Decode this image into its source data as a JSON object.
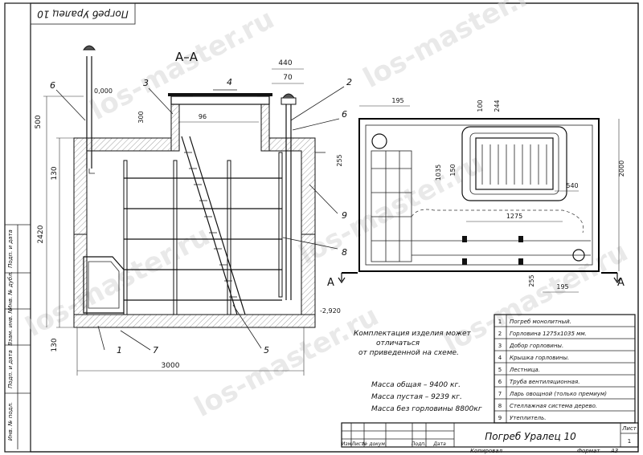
{
  "stamp_top_left": "Погреб Уралец 10",
  "section_label": "А–А",
  "section_markers": {
    "left": "А",
    "right": "А"
  },
  "watermark": "los-master.ru",
  "dimensions": {
    "d440": "440",
    "d70": "70",
    "d0000": "0,000",
    "d300": "300",
    "d96": "96",
    "d500": "500",
    "d130a": "130",
    "d2420": "2420",
    "d130b": "130",
    "d255a": "255",
    "d2920": "-2,920",
    "d3000": "3000",
    "d195a": "195",
    "d100": "100",
    "d244": "244",
    "d1035": "1035",
    "d150": "150",
    "d540": "540",
    "d1275": "1275",
    "d2000": "2000",
    "d255b": "255",
    "d195b": "195"
  },
  "callouts": [
    "1",
    "2",
    "3",
    "4",
    "5",
    "6",
    "6",
    "7",
    "8",
    "9"
  ],
  "note": [
    "Комплектация изделия может",
    "отличаться",
    "от приведенной на схеме."
  ],
  "masses": [
    "Масса общая – 9400 кг.",
    "Масса пустая – 9239 кг.",
    "Масса без горловины 8800кг"
  ],
  "spec_table": [
    {
      "n": "1",
      "text": "Погреб монолитный."
    },
    {
      "n": "2",
      "text": "Горловина 1275х1035 мм."
    },
    {
      "n": "3",
      "text": "Добор горловины."
    },
    {
      "n": "4",
      "text": "Крышка горловины."
    },
    {
      "n": "5",
      "text": "Лестница."
    },
    {
      "n": "6",
      "text": "Труба вентиляционная."
    },
    {
      "n": "7",
      "text": "Ларь овощной (только премиум)"
    },
    {
      "n": "8",
      "text": "Стеллажная система дерево."
    },
    {
      "n": "9",
      "text": "Утеплитель."
    }
  ],
  "side_labels": [
    "Инв. № подл.",
    "Подп. и дата",
    "Взам. инв. №",
    "Инв. № дубл.",
    "Подп. и дата"
  ],
  "title_block": {
    "title": "Погреб Уралец 10",
    "sheet_label": "Лист",
    "sheet_number": "1",
    "columns": [
      "Изм",
      "Лист",
      "№ докум.",
      "Подп.",
      "Дата"
    ],
    "copied": "Копировал",
    "format_label": "Формат",
    "format_value": "А3"
  }
}
